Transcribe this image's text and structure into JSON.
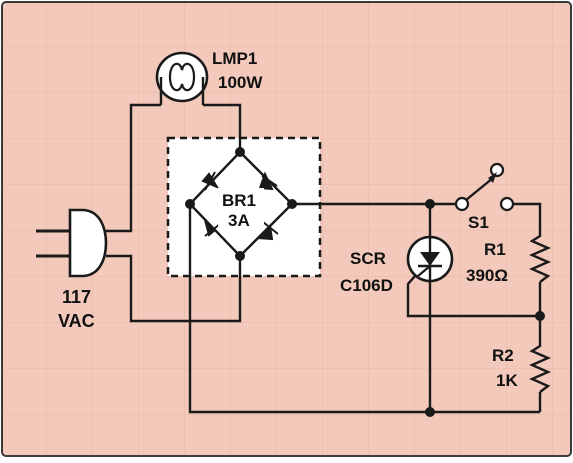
{
  "colors": {
    "background": "#f2c9bb",
    "grid": "#e9b6a6",
    "wire": "#1a1a1a",
    "box_fill": "#ffffff",
    "border": "#3a3a3a"
  },
  "lamp": {
    "ref": "LMP1",
    "value": "100W"
  },
  "bridge": {
    "ref": "BR1",
    "value": "3A"
  },
  "plug": {
    "line1": "117",
    "line2": "VAC"
  },
  "switch": {
    "ref": "S1"
  },
  "scr": {
    "ref": "SCR",
    "part": "C106D"
  },
  "r1": {
    "ref": "R1",
    "value": "390Ω"
  },
  "r2": {
    "ref": "R2",
    "value": "1K"
  }
}
